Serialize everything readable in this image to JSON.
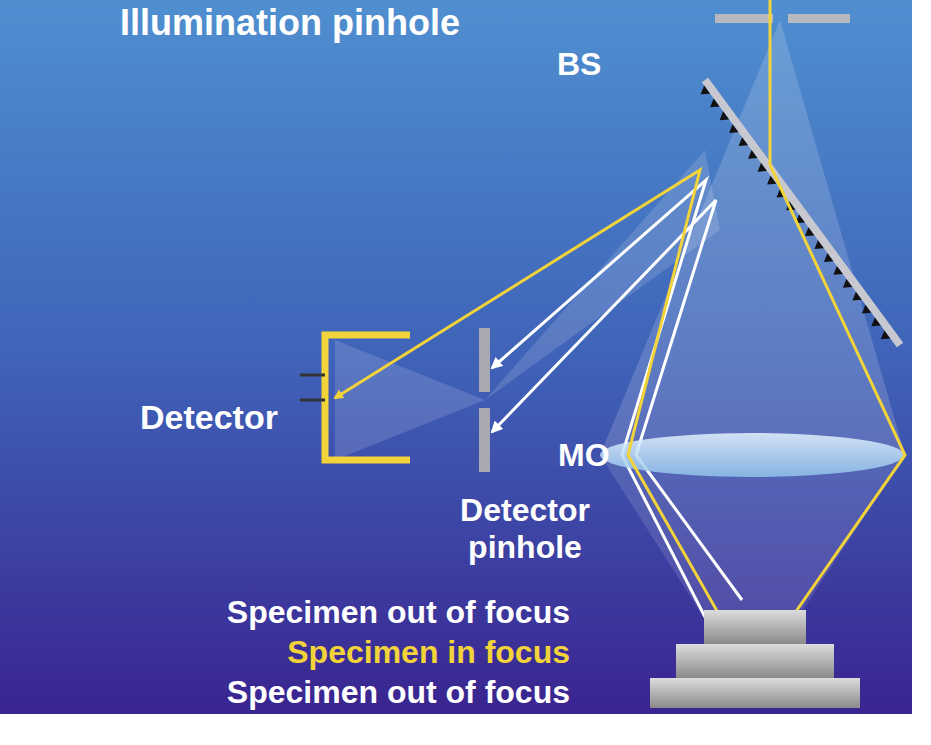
{
  "diagram": {
    "labels": [
      "Illumination pinhole",
      "BS",
      "Detector",
      "Detector pinhole",
      "MO",
      "Specimen out of focus",
      "Specimen in focus",
      "Specimen out of focus"
    ]
  }
}
